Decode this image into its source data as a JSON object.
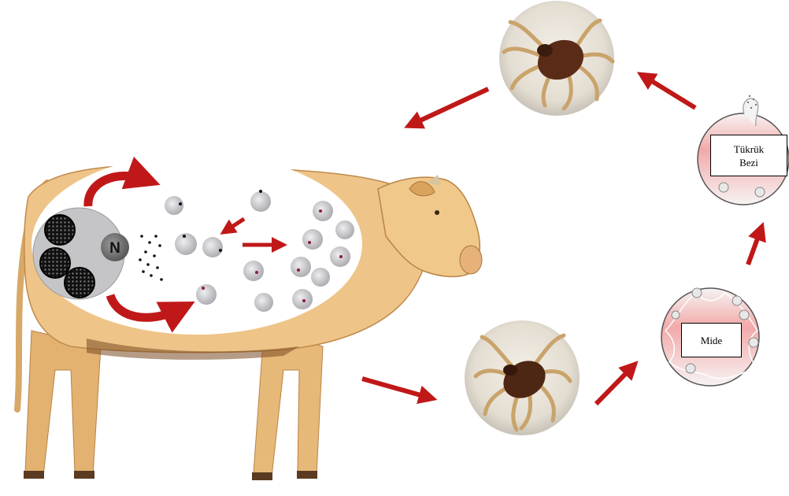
{
  "labels": {
    "nucleus": "N",
    "salivary_gland": "Tükrük Bezi",
    "stomach": "Mide"
  },
  "colors": {
    "arrow": "#c01818",
    "cow_light": "#f0c98a",
    "cow_dark": "#c98f4c",
    "blood_cell": "#c9c9cc",
    "parasite_dot": "#8b1a4a",
    "gut_pink": "#f2a7a7",
    "tick_body": "#5a2c18",
    "tick_legs": "#c9a36a"
  },
  "icons": {
    "cow": "cow-illustration",
    "tick": "tick-icon",
    "schizont": "schizont-cell-icon",
    "erythrocyte": "infected-erythrocyte-icon"
  }
}
